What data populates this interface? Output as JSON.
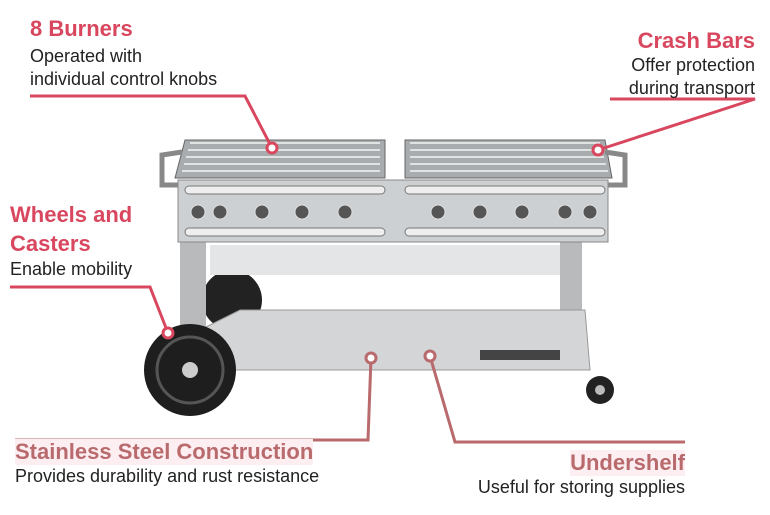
{
  "callouts": {
    "burners": {
      "title": "8 Burners",
      "line1": "Operated with",
      "line2": "individual control knobs"
    },
    "crash_bars": {
      "title": "Crash Bars",
      "line1": "Offer protection",
      "line2": "during transport"
    },
    "wheels": {
      "title_line1": "Wheels and",
      "title_line2": "Casters",
      "desc": "Enable mobility"
    },
    "steel": {
      "title": "Stainless Steel Construction",
      "desc": "Provides durability and rust resistance"
    },
    "undershelf": {
      "title": "Undershelf",
      "desc": "Useful for storing supplies"
    }
  },
  "colors": {
    "accent": "#d9475f",
    "accent_muted": "#b86a6c",
    "steel": "#c9cbcd"
  }
}
